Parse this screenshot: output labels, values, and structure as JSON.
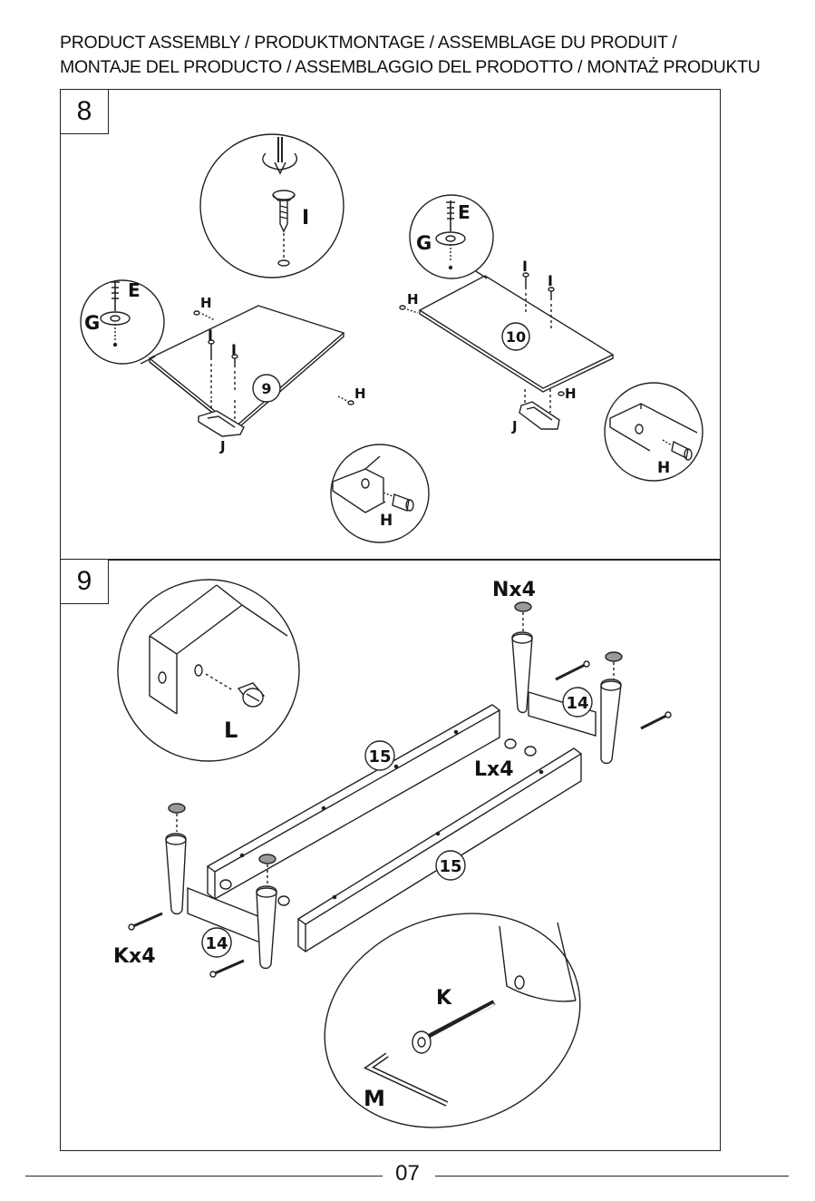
{
  "header": {
    "line1": "PRODUCT ASSEMBLY / PRODUKTMONTAGE / ASSEMBLAGE DU PRODUIT /",
    "line2": "MONTAJE DEL PRODUCTO / ASSEMBLAGGIO DEL PRODOTTO / MONTAŻ PRODUKTU"
  },
  "step8": {
    "number": "8",
    "labels": {
      "screw": "I",
      "e": "E",
      "g": "G",
      "h": "H",
      "j": "J",
      "panel_a": "9",
      "panel_b": "10"
    }
  },
  "step9": {
    "number": "9",
    "labels": {
      "nx4": "Nx4",
      "lx4": "Lx4",
      "kx4": "Kx4",
      "rail": "15",
      "end": "14",
      "l": "L",
      "k": "K",
      "m": "M"
    }
  },
  "footer": {
    "page": "07"
  }
}
